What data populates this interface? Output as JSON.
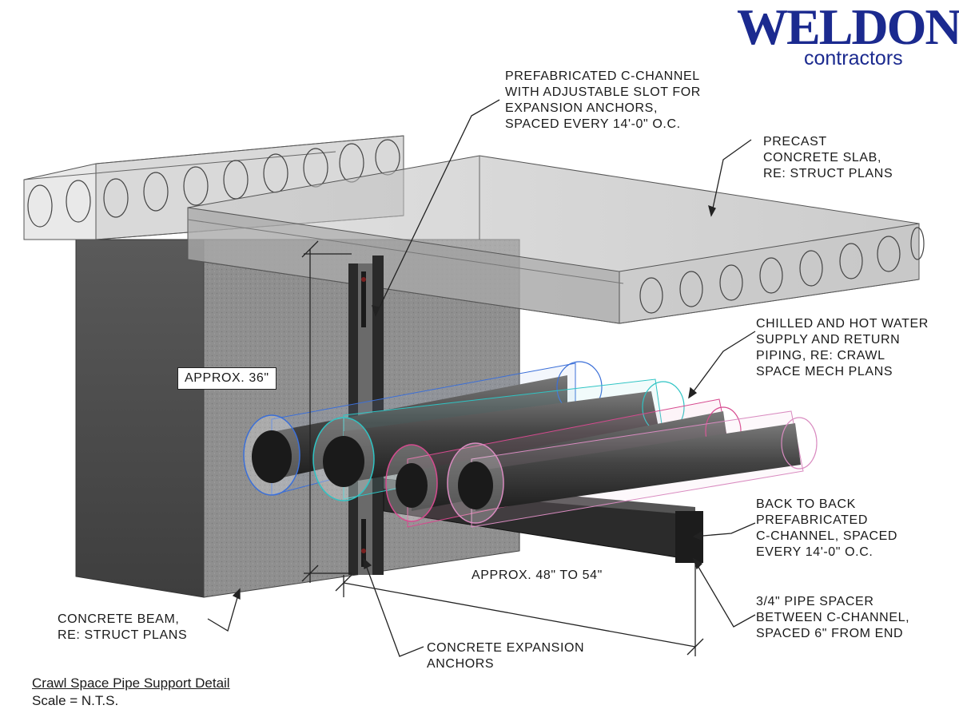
{
  "logo": {
    "name": "WELDON",
    "subtitle": "contractors",
    "color": "#1b2a8f"
  },
  "labels": {
    "c_channel_slot": "PREFABRICATED C-CHANNEL\nWITH ADJUSTABLE SLOT FOR\nEXPANSION ANCHORS,\nSPACED EVERY 14'-0\" O.C.",
    "precast_slab": "PRECAST\nCONCRETE SLAB,\nRE: STRUCT PLANS",
    "piping": "CHILLED AND HOT WATER\nSUPPLY AND RETURN\nPIPING, RE: CRAWL\nSPACE MECH PLANS",
    "back_to_back": "BACK TO BACK\nPREFABRICATED\nC-CHANNEL, SPACED\nEVERY 14'-0\" O.C.",
    "pipe_spacer": "3/4\" PIPE SPACER\nBETWEEN C-CHANNEL,\nSPACED 6\" FROM END",
    "expansion_anchors": "CONCRETE EXPANSION\nANCHORS",
    "concrete_beam": "CONCRETE BEAM,\nRE: STRUCT PLANS"
  },
  "dimensions": {
    "height": "APPROX. 36\"",
    "length": "APPROX. 48\" TO 54\""
  },
  "footer": {
    "title": "Crawl Space Pipe Support Detail",
    "scale": "Scale = N.T.S."
  },
  "pipe_colors": [
    "#3b6fd8",
    "#2ec4c4",
    "#d64a8f",
    "#d98bc0"
  ]
}
